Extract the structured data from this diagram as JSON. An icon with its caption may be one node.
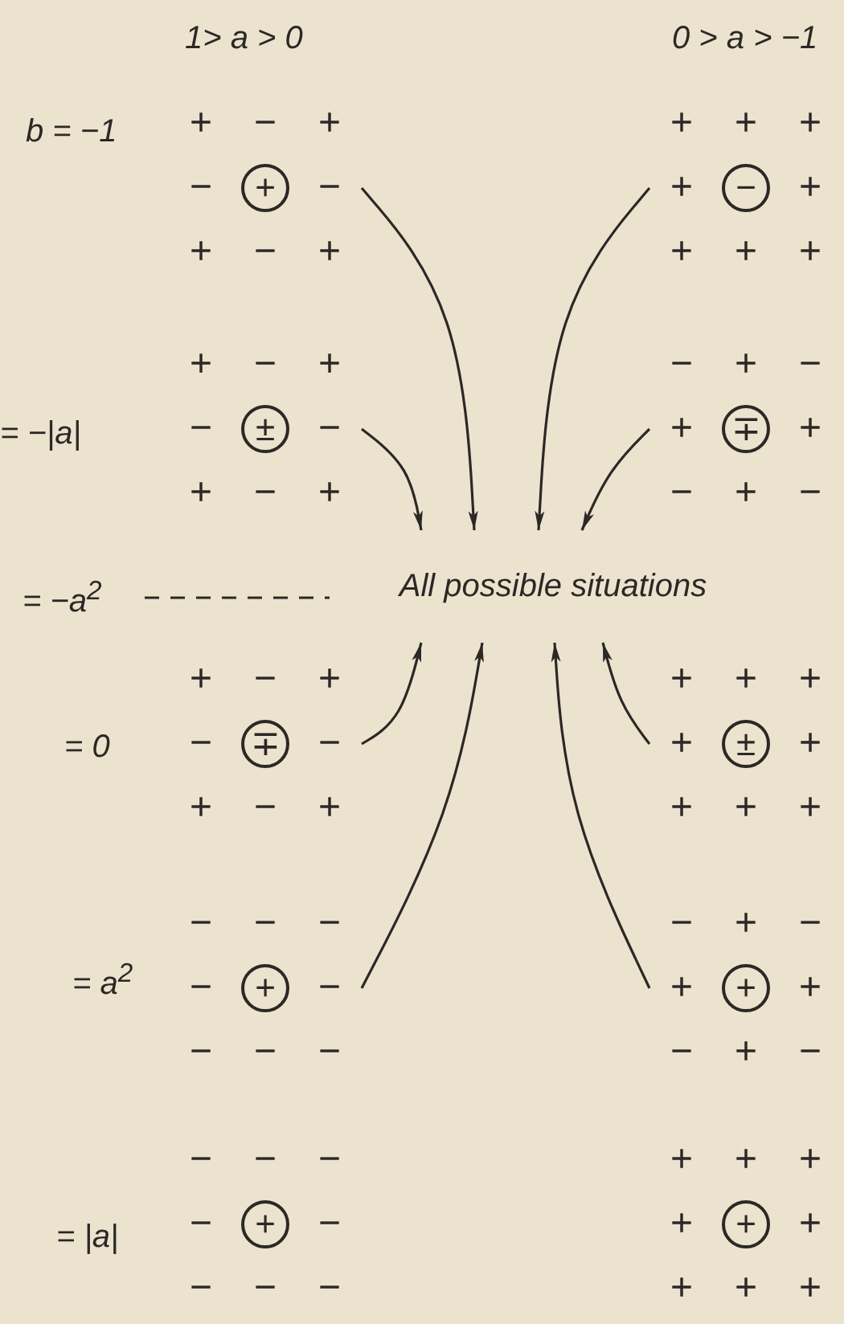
{
  "diagram": {
    "nodes": [
      {
        "text": [
          "+",
          "−",
          "+",
          "−",
          "+",
          "−",
          "+",
          "−",
          "+"
        ]
      },
      {
        "text": [
          "+",
          "+",
          "+",
          "+",
          "−",
          "+",
          "+",
          "+",
          "+"
        ]
      },
      {
        "text": [
          "+",
          "−",
          "+",
          "−",
          "±",
          "−",
          "+",
          "−",
          "+"
        ]
      },
      {
        "text": [
          "−",
          "+",
          "−",
          "+",
          "∓",
          "+",
          "−",
          "+",
          "−"
        ]
      },
      {
        "text": [
          "All possible situations"
        ]
      },
      {
        "text": [
          "+",
          "−",
          "+",
          "−",
          "∓",
          "−",
          "+",
          "−",
          "+"
        ]
      },
      {
        "text": [
          "+",
          "+",
          "+",
          "+",
          "±",
          "+",
          "+",
          "+",
          "+"
        ]
      },
      {
        "text": [
          "−",
          "−",
          "−",
          "−",
          "+",
          "−",
          "−",
          "−",
          "−"
        ]
      },
      {
        "text": [
          "−",
          "+",
          "−",
          "+",
          "+",
          "+",
          "−",
          "+",
          "−"
        ]
      },
      {
        "text": [
          "−",
          "−",
          "−",
          "−",
          "+",
          "−",
          "−",
          "−",
          "−"
        ]
      },
      {
        "text": [
          "+",
          "+",
          "+",
          "+",
          "+",
          "+",
          "+",
          "+",
          "+"
        ]
      }
    ],
    "edges": [
      {
        "from": 0,
        "to": 4,
        "arrow": "to"
      },
      {
        "from": 1,
        "to": 4,
        "arrow": "to"
      },
      {
        "from": 2,
        "to": 4,
        "arrow": "to"
      },
      {
        "from": 3,
        "to": 4,
        "arrow": "to"
      },
      {
        "from": 5,
        "to": 4,
        "arrow": "to"
      },
      {
        "from": 6,
        "to": 4,
        "arrow": "to"
      },
      {
        "from": 7,
        "to": 4,
        "arrow": "to"
      },
      {
        "from": 8,
        "to": 4,
        "arrow": "to"
      }
    ],
    "labels": [
      "1> a > 0",
      "0 > a > −1",
      "b = −1",
      "= −|a|",
      "= −a$^{2}$",
      "= 0",
      "= a$^{2}$",
      "= |a|"
    ]
  }
}
